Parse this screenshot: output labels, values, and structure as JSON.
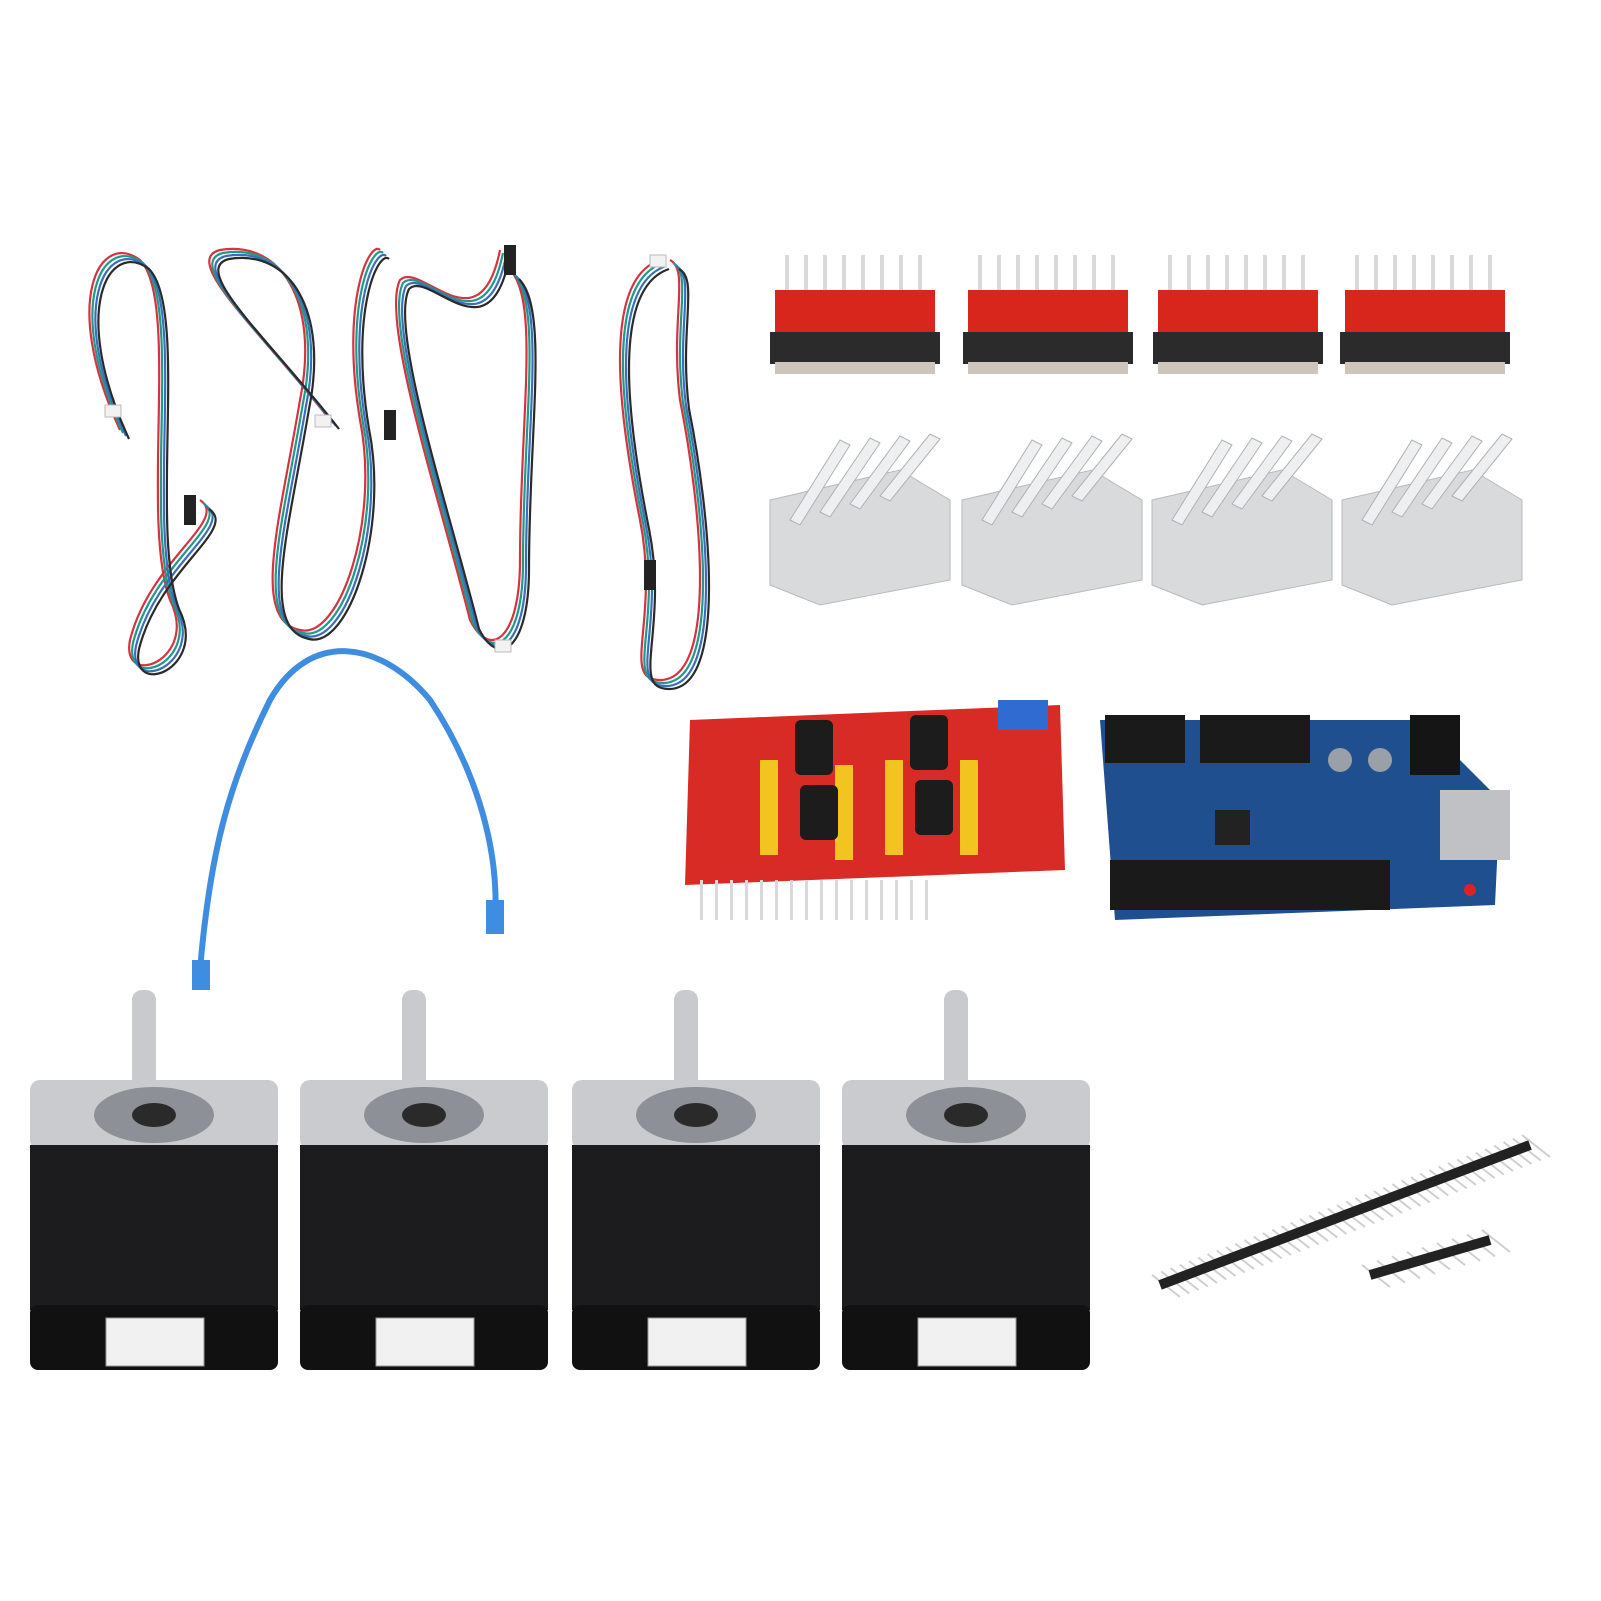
{
  "colors": {
    "background": "#ffffff",
    "wire_red": "#d8323f",
    "wire_green": "#1f9a8a",
    "wire_blue": "#3a6fb8",
    "wire_black": "#2a2a2a",
    "driver_red": "#d8261c",
    "heatsink": "#d9dadc",
    "shield_red": "#d92b25",
    "header_yellow": "#f2c420",
    "uno_blue": "#1f4f8f",
    "usb_blue": "#3f8de0",
    "motor_black": "#1c1c1e",
    "motor_plate": "#c9cbcf",
    "pin_gold": "#d9d9d9"
  },
  "counts": {
    "motor_cables": 4,
    "stepper_drivers": 4,
    "heatsinks": 4,
    "stepper_motors": 4,
    "pin_headers": 2
  }
}
